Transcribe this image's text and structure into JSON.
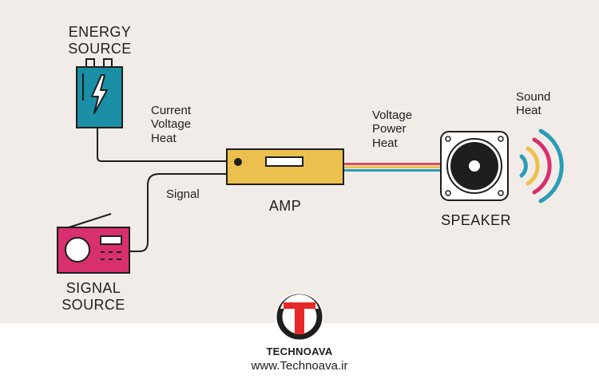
{
  "energy_source": {
    "label_line1": "ENERGY",
    "label_line2": "SOURCE"
  },
  "signal_source": {
    "label_line1": "SIGNAL",
    "label_line2": "SOURCE"
  },
  "amp": {
    "label": "AMP"
  },
  "speaker": {
    "label": "SPEAKER"
  },
  "flows": {
    "energy_to_amp": [
      "Current",
      "Voltage",
      "Heat"
    ],
    "signal_to_amp": [
      "Signal"
    ],
    "amp_to_speaker": [
      "Voltage",
      "Power",
      "Heat"
    ],
    "speaker_out": [
      "Sound",
      "Heat"
    ]
  },
  "watermark": {
    "brand": "TECHNOAVA",
    "url": "www.Technoava.ir"
  },
  "colors": {
    "battery": "#1b8fa6",
    "radio": "#d8306e",
    "amp": "#ecc04e",
    "wire_red": "#e04a55",
    "wire_yellow": "#ecc04e",
    "wire_teal": "#2a9db6",
    "outline": "#1e1e1e",
    "background": "#f2ece9"
  }
}
